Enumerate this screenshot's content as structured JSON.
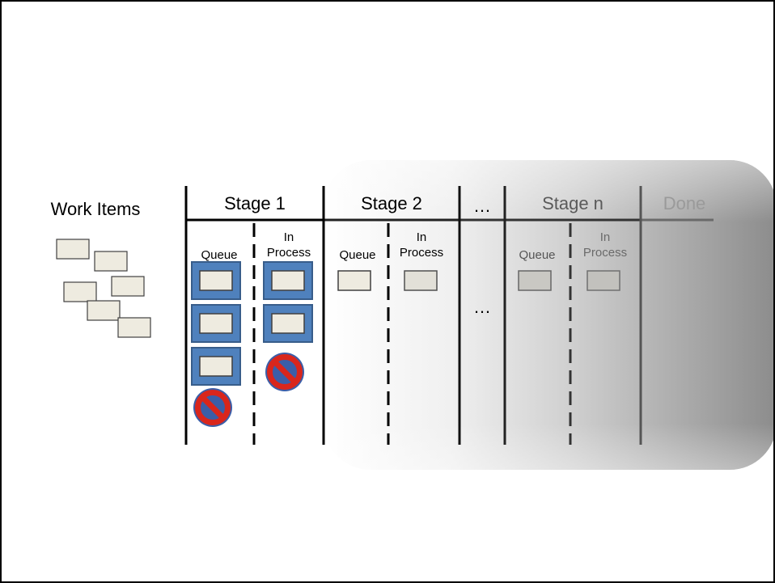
{
  "work_items": {
    "label": "Work Items"
  },
  "stages": [
    {
      "name": "Stage 1",
      "queue_label": "Queue",
      "process_label_1": "In",
      "process_label_2": "Process"
    },
    {
      "name": "Stage 2",
      "queue_label": "Queue",
      "process_label_1": "In",
      "process_label_2": "Process"
    },
    {
      "name": "Stage n",
      "queue_label": "Queue",
      "process_label_1": "In",
      "process_label_2": "Process"
    }
  ],
  "ellipsis": {
    "header": "…",
    "body": "…"
  },
  "done_label": "Done",
  "colors": {
    "card_fill": "#eeebe0",
    "card_highlight": "#4f81bd",
    "card_highlight_border": "#385d8a",
    "blocked_ring": "#d9261c",
    "blocked_fill": "#3b5ea8",
    "fade_dark": "#8c8c8c"
  },
  "icons": {
    "blocked": "no-entry-icon",
    "card": "work-card-icon"
  }
}
